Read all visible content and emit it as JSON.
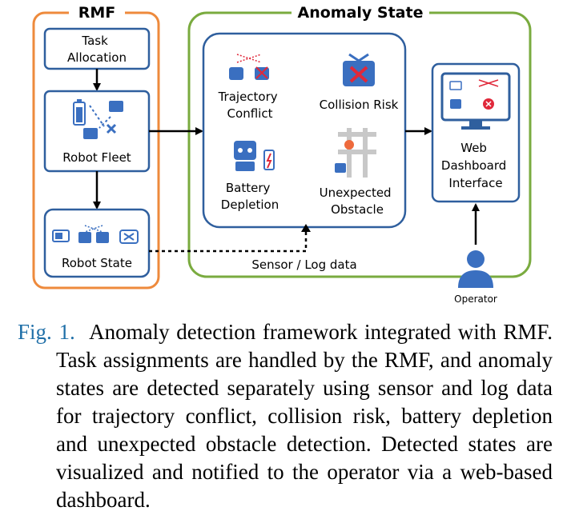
{
  "diagram": {
    "rmf_title": "RMF",
    "anomaly_title": "Anomaly State",
    "task_allocation": [
      "Task",
      "Allocation"
    ],
    "robot_fleet": "Robot Fleet",
    "robot_state": "Robot State",
    "trajectory_conflict": [
      "Trajectory",
      "Conflict"
    ],
    "collision_risk": "Collision Risk",
    "battery_depletion": [
      "Battery",
      "Depletion"
    ],
    "unexpected_obstacle": [
      "Unexpected",
      "Obstacle"
    ],
    "sensor_log": "Sensor / Log data",
    "web_dashboard": [
      "Web",
      "Dashboard",
      "Interface"
    ],
    "operator": "Operator",
    "colors": {
      "rmf_border": "#ee8a3c",
      "anomaly_border": "#7aab3f",
      "box_border": "#2f5f9e",
      "icon_blue": "#3a6fc0",
      "icon_red": "#e0283a"
    }
  },
  "caption": {
    "label": "Fig. 1.",
    "text": "Anomaly detection framework integrated with RMF. Task assignments are handled by the RMF, and anomaly states are detected separately using sensor and log data for trajectory conflict, collision risk, battery depletion and unexpected obstacle detection. Detected states are visualized and notified to the operator via a web-based dashboard."
  }
}
